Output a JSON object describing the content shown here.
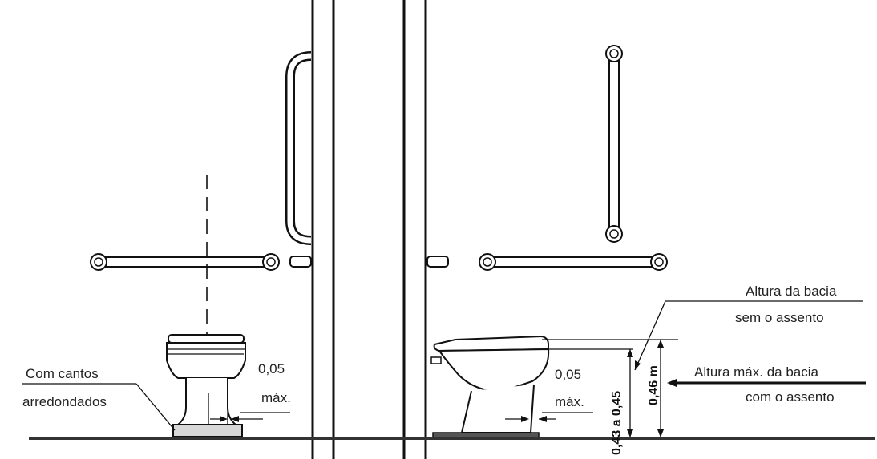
{
  "labels": {
    "rounded_corners": [
      "Com cantos",
      "arredondados"
    ],
    "max_gap_left": [
      "0,05",
      "máx."
    ],
    "max_gap_right": [
      "0,05",
      "máx."
    ],
    "bowl_height_no_seat": [
      "Altura da bacia",
      "sem o assento"
    ],
    "bowl_height_with_seat": [
      "Altura máx. da bacia",
      "com o assento"
    ],
    "range_dimension": "0,43 a 0,45",
    "max_dimension": "0,46 m"
  },
  "colors": {
    "line": "#111111",
    "floor": "#333333",
    "base_fill": "#555555",
    "background": "#ffffff"
  }
}
